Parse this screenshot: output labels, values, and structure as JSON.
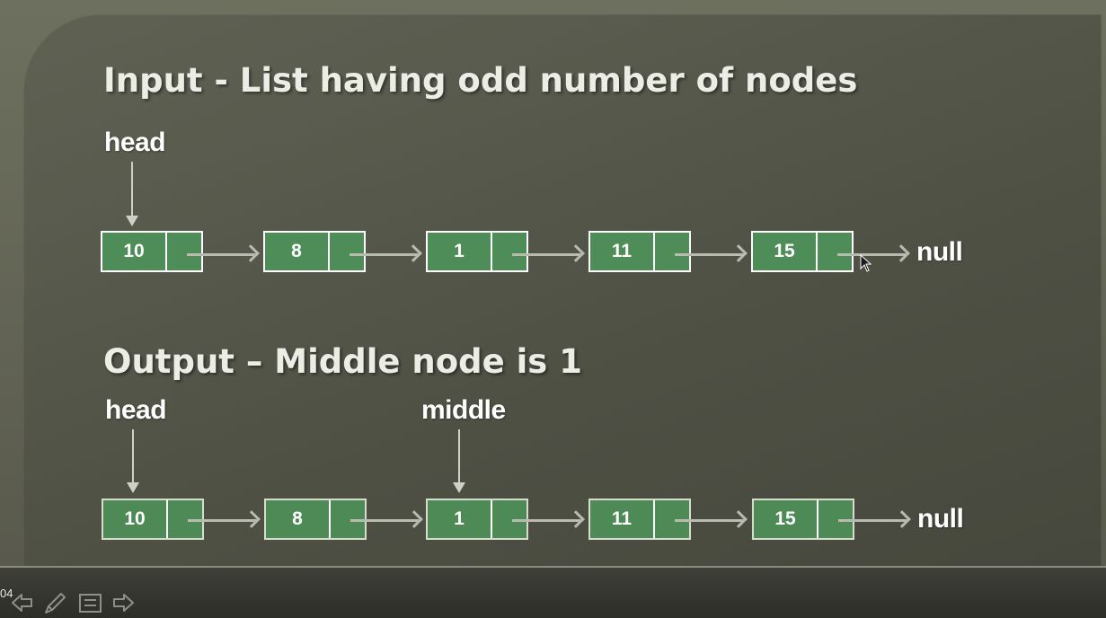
{
  "slide": {
    "input_title": "Input - List having odd number of nodes",
    "output_title": "Output – Middle node is 1",
    "input_head_label": "head",
    "output_head_label": "head",
    "middle_label": "middle",
    "null_label": "null",
    "input_nodes": [
      "10",
      "8",
      "1",
      "11",
      "15"
    ],
    "output_nodes": [
      "10",
      "8",
      "1",
      "11",
      "15"
    ]
  },
  "footer": {
    "page_number": "04",
    "icons": [
      "prev-arrow-icon",
      "pen-icon",
      "menu-icon",
      "next-arrow-icon"
    ]
  },
  "colors": {
    "node_fill": "#4f8d58",
    "node_border": "#ffffff",
    "background": "#4f5145"
  }
}
